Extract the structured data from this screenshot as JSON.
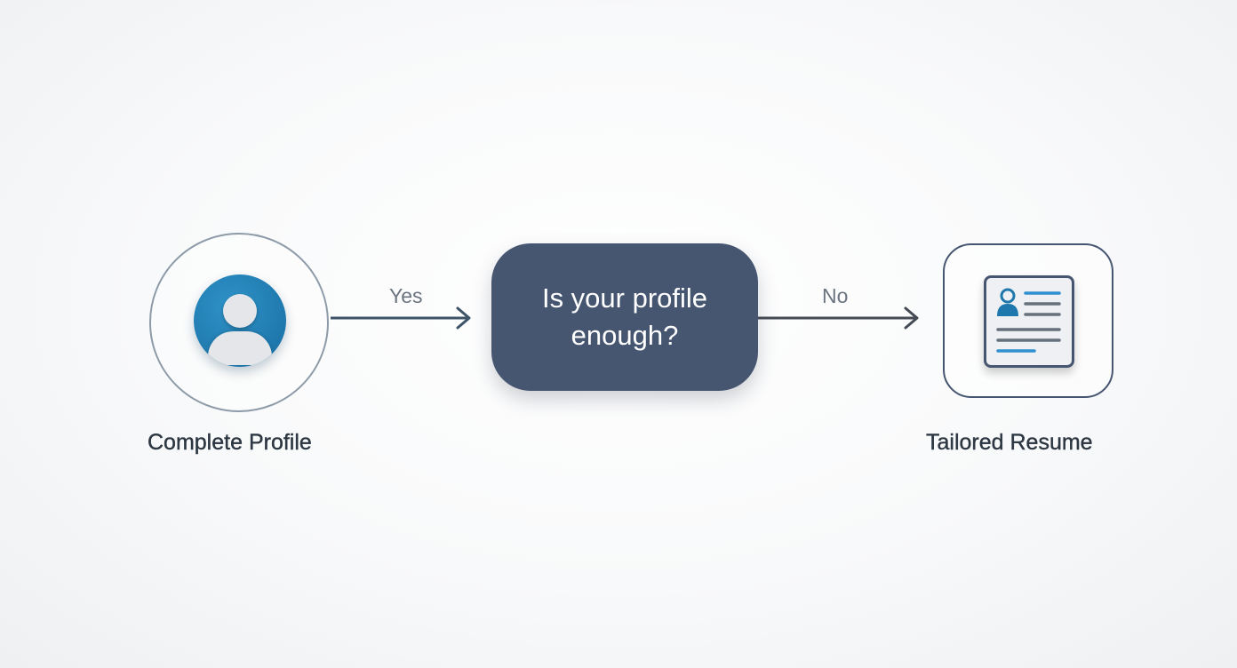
{
  "nodes": {
    "start": {
      "label": "Complete Profile",
      "icon": "user-avatar-icon"
    },
    "decision": {
      "text": "Is your profile enough?"
    },
    "end": {
      "label": "Tailored Resume",
      "icon": "resume-document-icon"
    }
  },
  "edges": {
    "yes_label": "Yes",
    "no_label": "No"
  },
  "colors": {
    "decision_fill": "#465570",
    "avatar_blue": "#1f78ad",
    "resume_accent": "#2f8fd0",
    "ring_gray": "#8d9aa8",
    "text_dark": "#2d3742",
    "edge_label": "#6b7480"
  }
}
